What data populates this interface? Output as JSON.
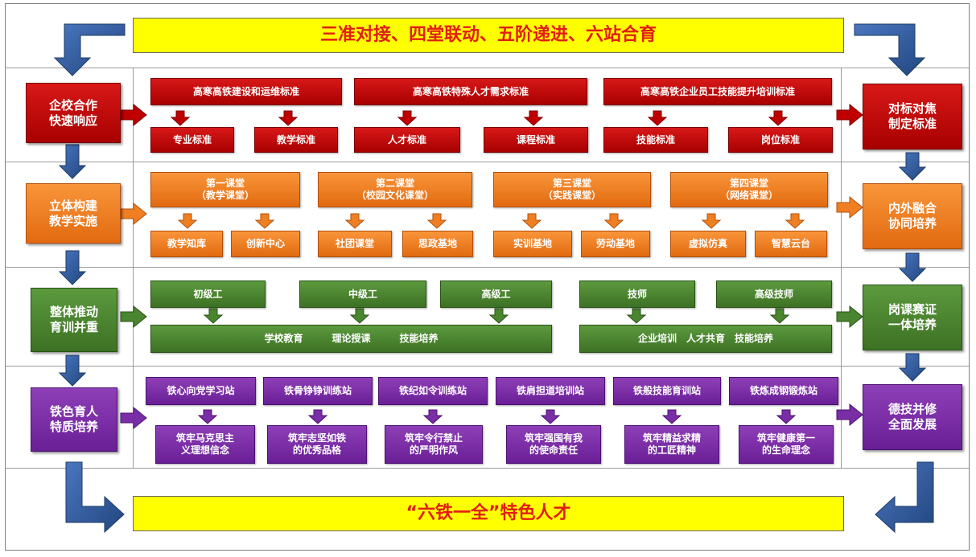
{
  "title": "三准对接、四堂联动、五阶递进、六站合育",
  "footer": "“六铁一全”特色人才",
  "colors": {
    "red": "#c00000",
    "orange": "#f07f24",
    "green": "#4a8530",
    "purple": "#7a2ea6",
    "blue": "#2f5597",
    "banner": "#ffff00",
    "banner_text": "#e01e16"
  },
  "left": [
    "企校合作\n快速响应",
    "立体构建\n教学实施",
    "整体推动\n育训并重",
    "铁色育人\n特质培养"
  ],
  "right": [
    "对标对焦\n制定标准",
    "内外融合\n协同培养",
    "岗课赛证\n一体培养",
    "德技并修\n全面发展"
  ],
  "row1": {
    "standards": [
      "高寒高铁建设和运维标准",
      "高寒高铁特殊人才需求标准",
      "高寒高铁企业员工技能提升培训标准"
    ],
    "items": [
      "专业标准",
      "教学标准",
      "人才标准",
      "课程标准",
      "技能标准",
      "岗位标准"
    ]
  },
  "row2": {
    "classrooms": [
      "第一课堂\n（教学课堂）",
      "第二课堂\n（校园文化课堂）",
      "第三课堂\n（实践课堂）",
      "第四课堂\n（网络课堂）"
    ],
    "items": [
      "教学知库",
      "创新中心",
      "社团课堂",
      "思政基地",
      "实训基地",
      "劳动基地",
      "虚拟仿真",
      "智慧云台"
    ]
  },
  "row3": {
    "levels": [
      "初级工",
      "中级工",
      "高级工",
      "技师",
      "高级技师"
    ],
    "school": "学校教育　　　理论授课　　　技能培养",
    "enterprise": "企业培训　人才共育　技能培养"
  },
  "row4": {
    "stations": [
      "铁心向党学习站",
      "铁骨铮铮训练站",
      "铁纪如令训练站",
      "铁肩担道培训站",
      "铁般技能育训站",
      "铁炼成钢锻炼站"
    ],
    "items": [
      "筑牢马克思主\n义理想信念",
      "筑牢志坚如铁\n的优秀品格",
      "筑牢令行禁止\n的严明作风",
      "筑牢强国有我\n的使命责任",
      "筑牢精益求精\n的工匠精神",
      "筑牢健康第一\n的生命理念"
    ]
  }
}
